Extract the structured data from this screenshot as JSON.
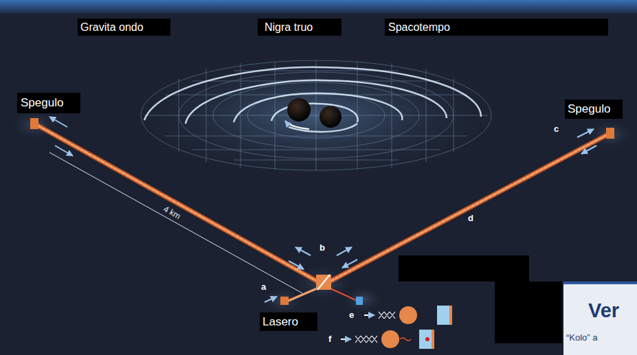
{
  "diagram": {
    "labels": [
      "Gravita ondo",
      "Nigra truo",
      "Spacotempo",
      "Spegulo",
      "Spegulo",
      "4 km",
      "a",
      "b",
      "c",
      "d",
      "e",
      "f",
      "Lasero",
      "Ver",
      "“Kolo” a"
    ]
  }
}
